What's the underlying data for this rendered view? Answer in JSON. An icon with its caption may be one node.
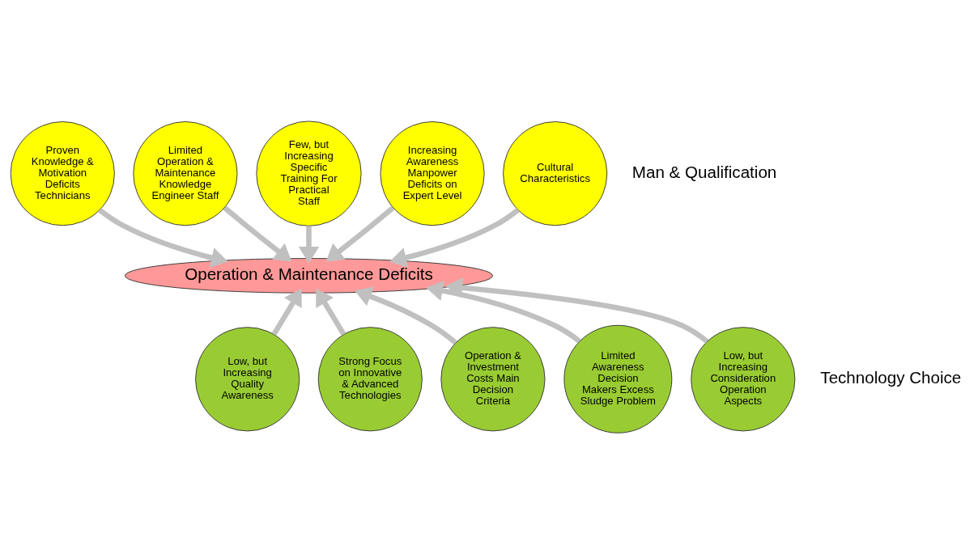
{
  "diagram": {
    "nodes": [
      {
        "text": [
          "Proven Knowledge & Motivation Deficits Technicians"
        ]
      },
      {
        "text": [
          "Limited Operation & Maintenance Knowledge Engineer Staff"
        ]
      },
      {
        "text": [
          "Few, but Increasing Specific Training For Practical Staff"
        ]
      },
      {
        "text": [
          "Increasing Awareness Manpower Deficits on Expert Level"
        ]
      },
      {
        "text": [
          "Cultural Characteristics"
        ]
      },
      {
        "text": [
          "Operation & Maintenance Deficits"
        ]
      },
      {
        "text": [
          "Low, but Increasing Quality Awareness"
        ]
      },
      {
        "text": [
          "Strong Focus on Innovative & Advanced Technologies"
        ]
      },
      {
        "text": [
          "Operation & Investment Costs Main Decision Criteria"
        ]
      },
      {
        "text": [
          "Limited Awareness Decision Makers Excess Sludge Problem"
        ]
      },
      {
        "text": [
          "Low, but Increasing Consideration Operation Aspects"
        ]
      }
    ],
    "edges": [
      {
        "from": 0,
        "to": 5,
        "arrow": "to"
      },
      {
        "from": 1,
        "to": 5,
        "arrow": "to"
      },
      {
        "from": 2,
        "to": 5,
        "arrow": "to"
      },
      {
        "from": 3,
        "to": 5,
        "arrow": "to"
      },
      {
        "from": 4,
        "to": 5,
        "arrow": "to"
      },
      {
        "from": 6,
        "to": 5,
        "arrow": "to"
      },
      {
        "from": 7,
        "to": 5,
        "arrow": "to"
      },
      {
        "from": 8,
        "to": 5,
        "arrow": "to"
      },
      {
        "from": 9,
        "to": 5,
        "arrow": "to"
      },
      {
        "from": 10,
        "to": 5,
        "arrow": "to"
      }
    ],
    "labels": [
      "Man & Qualification",
      "Technology Choice"
    ]
  }
}
